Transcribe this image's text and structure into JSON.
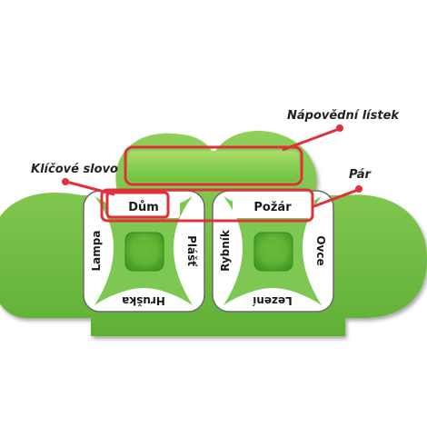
{
  "labels": {
    "hint_card": "Nápovědní lístek",
    "keyword": "Klíčové slovo",
    "pair": "Pár"
  },
  "cards": [
    {
      "top": "Dům",
      "left": "Lampa",
      "right": "Plášť",
      "bottom": "Hruška"
    },
    {
      "top": "Požár",
      "left": "Rybník",
      "right": "Ovce",
      "bottom": "Lezení"
    }
  ],
  "colors": {
    "board_green": "#7ec84a",
    "dark_green": "#4a9a2a",
    "highlight_red": "#e0303a"
  }
}
